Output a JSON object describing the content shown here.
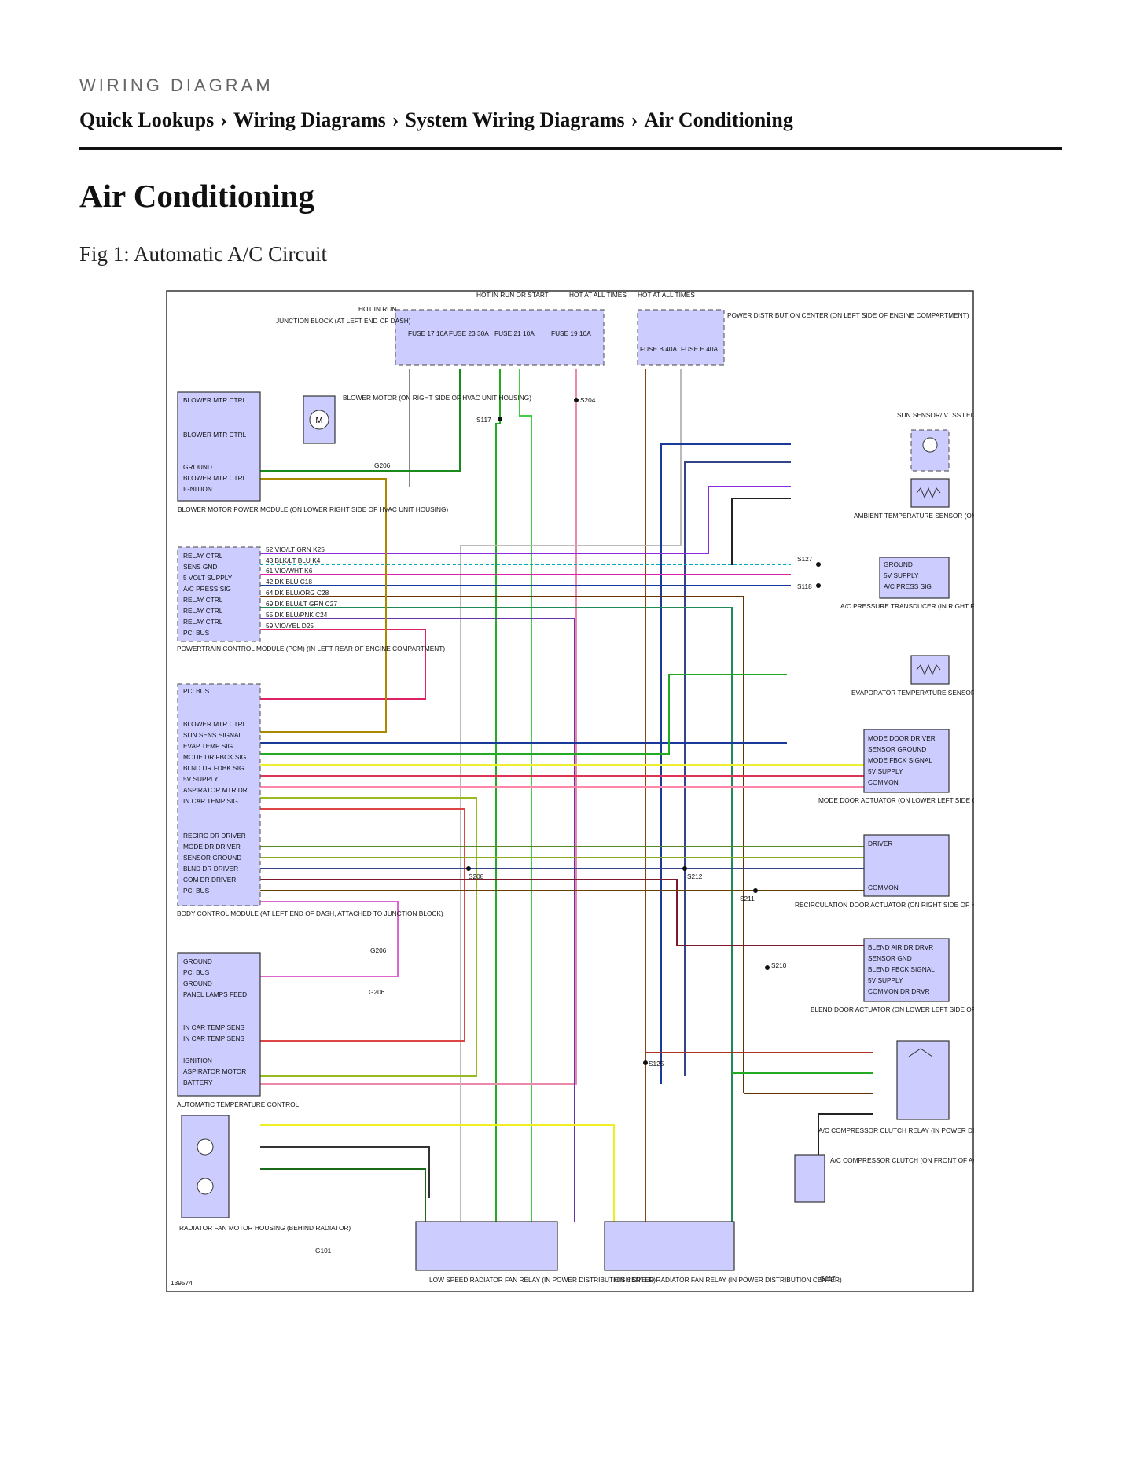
{
  "header": {
    "kicker": "WIRING DIAGRAM",
    "breadcrumb": [
      "Quick Lookups",
      "Wiring Diagrams",
      "System Wiring Diagrams",
      "Air Conditioning"
    ],
    "separator": "›"
  },
  "page": {
    "title": "Air Conditioning",
    "figure_caption": "Fig 1: Automatic A/C Circuit"
  },
  "diagram": {
    "figure_id": "139574",
    "fuse_block_labels": [
      "HOT IN RUN",
      "HOT IN RUN OR START",
      "HOT AT ALL TIMES",
      "HOT AT ALL TIMES"
    ],
    "junction_block": "JUNCTION BLOCK (AT LEFT END OF DASH)",
    "pdc": "POWER DISTRIBUTION CENTER (ON LEFT SIDE OF ENGINE COMPARTMENT)",
    "fuses": [
      "FUSE 17 10A",
      "FUSE 23 30A",
      "FUSE 21 10A",
      "FUSE 19 10A",
      "FUSE B 40A",
      "FUSE E 40A"
    ],
    "blower_module": {
      "pins": [
        "BLOWER MTR CTRL",
        "BLOWER MTR CTRL",
        "GROUND",
        "BLOWER MTR CTRL",
        "IGNITION"
      ],
      "caption": "BLOWER MOTOR POWER MODULE (ON LOWER RIGHT SIDE OF HVAC UNIT HOUSING)"
    },
    "blower_motor": "BLOWER MOTOR (ON RIGHT SIDE OF HVAC UNIT HOUSING)",
    "pcm": {
      "pins": [
        "RELAY CTRL",
        "SENS GND",
        "5 VOLT SUPPLY",
        "A/C PRESS SIG",
        "RELAY CTRL",
        "RELAY CTRL",
        "RELAY CTRL",
        "PCI BUS"
      ],
      "wires": [
        "52 VIO/LT GRN K25",
        "43 BLK/LT BLU K4",
        "61 VIO/WHT K6",
        "42 DK BLU C18",
        "64 DK BLU/ORG C28",
        "69 DK BLU/LT GRN C27",
        "55 DK BLU/PNK C24",
        "59 VIO/YEL D25"
      ],
      "caption": "POWERTRAIN CONTROL MODULE (PCM) (IN LEFT REAR OF ENGINE COMPARTMENT)"
    },
    "bcm": {
      "pins": [
        "PCI BUS",
        "BLOWER MTR CTRL",
        "SUN SENS SIGNAL",
        "EVAP TEMP SIG",
        "MODE DR FBCK SIG",
        "BLND DR FDBK SIG",
        "5V SUPPLY",
        "ASPIRATOR MTR DR",
        "IN CAR TEMP SIG",
        "RECIRC DR DRIVER",
        "MODE DR DRIVER",
        "SENSOR GROUND",
        "BLND DR DRIVER",
        "COM DR DRIVER",
        "PCI BUS"
      ],
      "caption": "BODY CONTROL MODULE (AT LEFT END OF DASH, ATTACHED TO JUNCTION BLOCK)"
    },
    "atc": {
      "pins": [
        "GROUND",
        "PCI BUS",
        "GROUND",
        "PANEL LAMPS FEED",
        "IN CAR TEMP SENS",
        "IN CAR TEMP SENS",
        "IGNITION",
        "ASPIRATOR MOTOR",
        "BATTERY"
      ],
      "caption": "AUTOMATIC TEMPERATURE CONTROL"
    },
    "sun_sensor": "SUN SENSOR/ VTSS LED",
    "ambient": "AMBIENT TEMPERATURE SENSOR (ON INSIDE OF RIGHT FRONT BUMPER BEAM)",
    "ac_transducer": {
      "pins": [
        "GROUND",
        "5V SUPPLY",
        "A/C PRESS SIG"
      ],
      "caption": "A/C PRESSURE TRANSDUCER (IN RIGHT FRONT OF ENGINE COMPARTMENT, ON A/C DISCHARGE LINE)"
    },
    "evap": "EVAPORATOR TEMPERATURE SENSOR (IN A/C HOUSING, ON FACE OF EVAPORATOR)",
    "mode_door": {
      "pins": [
        "MODE DOOR DRIVER",
        "SENSOR GROUND",
        "MODE FBCK SIGNAL",
        "5V SUPPLY",
        "COMMON"
      ],
      "caption": "MODE DOOR ACTUATOR (ON LOWER LEFT SIDE OF HVAC UNIT HOUSING)"
    },
    "recirc_door": {
      "pins": [
        "DRIVER",
        "COMMON"
      ],
      "caption": "RECIRCULATION DOOR ACTUATOR (ON RIGHT SIDE OF HVAC UNIT HOUSING)"
    },
    "blend_door": {
      "pins": [
        "BLEND AIR DR DRVR",
        "SENSOR GND",
        "BLEND FBCK SIGNAL",
        "5V SUPPLY",
        "COMMON DR DRVR"
      ],
      "caption": "BLEND DOOR ACTUATOR (ON LOWER LEFT SIDE OF HVAC UNIT HOUSING)"
    },
    "clutch_relay": "A/C COMPRESSOR CLUTCH RELAY (IN POWER DISTRIBUTION CENTER)",
    "clutch": "A/C COMPRESSOR CLUTCH (ON FRONT OF A/C COMPRESSOR)",
    "radiator_fan": "RADIATOR FAN MOTOR HOUSING (BEHIND RADIATOR)",
    "low_relay": "LOW SPEED RADIATOR FAN RELAY (IN POWER DISTRIBUTION CENTER)",
    "high_relay": "HIGH SPEED RADIATOR FAN RELAY (IN POWER DISTRIBUTION CENTER)",
    "splices": [
      "S117",
      "S204",
      "S127",
      "S118",
      "S208",
      "S212",
      "S211",
      "S210",
      "S125"
    ],
    "grounds": [
      "G206",
      "G206",
      "G206",
      "G101",
      "G117"
    ]
  }
}
